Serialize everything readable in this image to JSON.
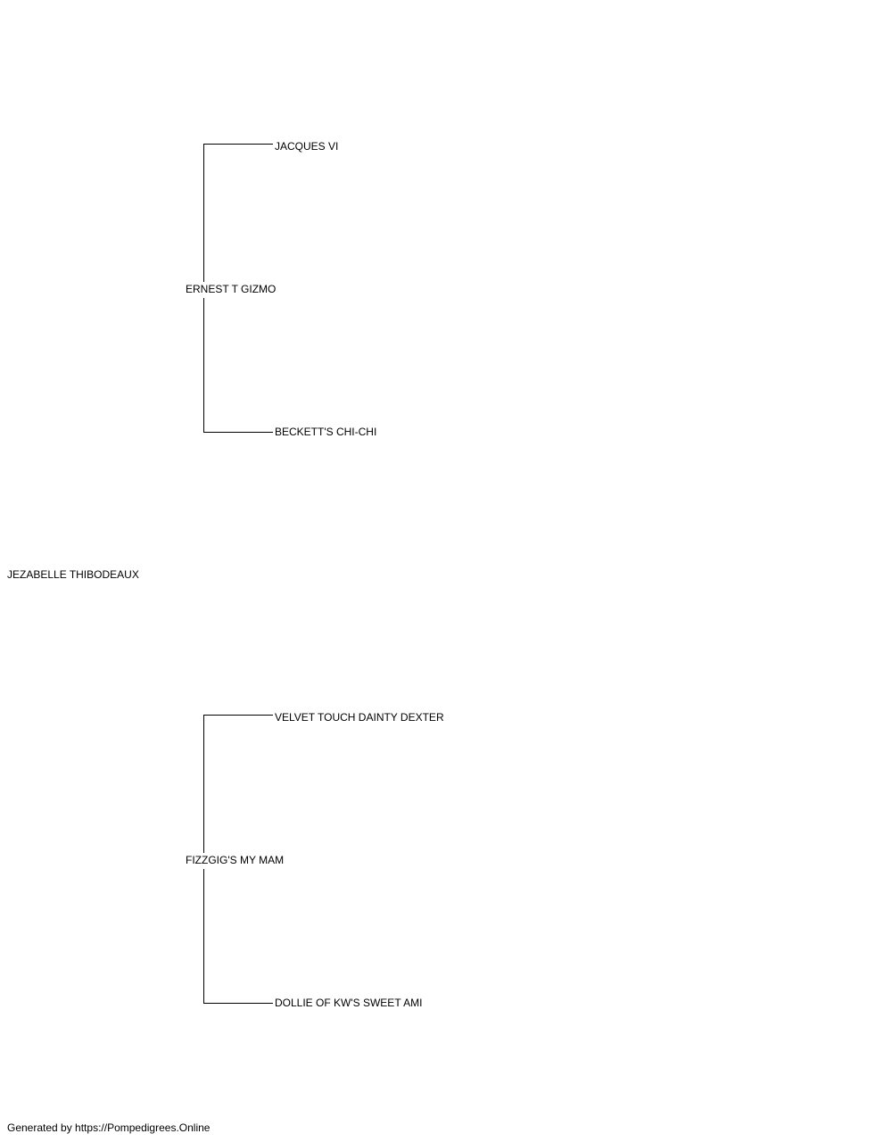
{
  "pedigree": {
    "subject": "JEZABELLE THIBODEAUX",
    "sire": {
      "name": "ERNEST T GIZMO",
      "sire": "JACQUES VI",
      "dam": "BECKETT'S CHI-CHI"
    },
    "dam": {
      "name": "FIZZGIG'S MY MAM",
      "sire": "VELVET TOUCH DAINTY DEXTER",
      "dam": "DOLLIE OF KW'S SWEET AMI"
    }
  },
  "footer": {
    "text": "Generated by https://Pompedigrees.Online"
  }
}
